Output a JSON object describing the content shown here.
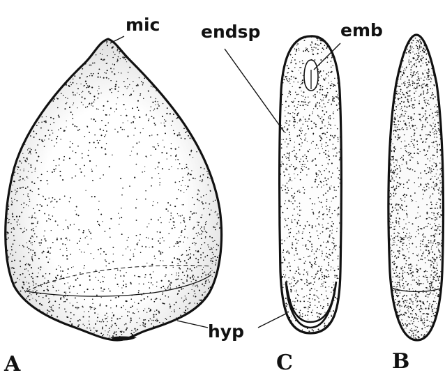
{
  "labels": {
    "mic": "mic",
    "endsp": "endsp",
    "emb": "emb",
    "hyp": "hyp",
    "panel_a": "A",
    "panel_c": "C",
    "panel_b": "B"
  },
  "style": {
    "ink_color": "#111111",
    "paper_color": "#ffffff"
  },
  "stipple": {
    "seed_a": {
      "density": 2200
    },
    "seed_c": {
      "density": 700
    },
    "seed_b": {
      "density": 900
    }
  }
}
